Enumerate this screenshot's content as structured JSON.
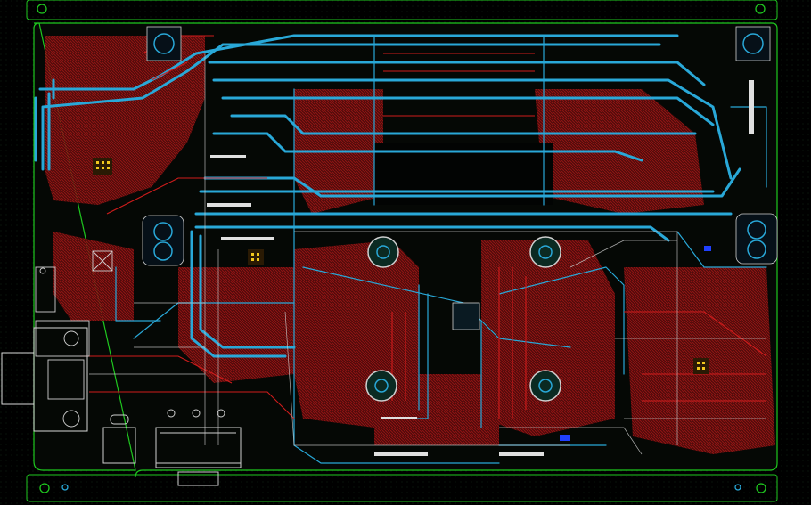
{
  "view": {
    "title": "",
    "colors": {
      "background": "#000000",
      "board_outline": "#1fc81f",
      "top_copper": "#b01818",
      "bottom_copper": "#29a8d8",
      "silkscreen": "#d8d8d8",
      "pad": "#e0e0e0",
      "grid": "#1a2a1a",
      "highlight_pad": "#f2c81e",
      "component_marker": "#2040ff"
    },
    "layers_visible": [
      "top-copper",
      "bottom-copper",
      "silkscreen",
      "board-outline"
    ],
    "grid": true
  },
  "board": {
    "mounting_holes": [
      "top-left",
      "top-right",
      "bottom-left",
      "bottom-right",
      "left-mid",
      "right-mid",
      "center-top-left",
      "center-top-right",
      "center-bottom-left",
      "center-bottom-right"
    ],
    "connectors": [
      "left-rj45-jack",
      "bottom-usb-connector",
      "left-header"
    ]
  }
}
